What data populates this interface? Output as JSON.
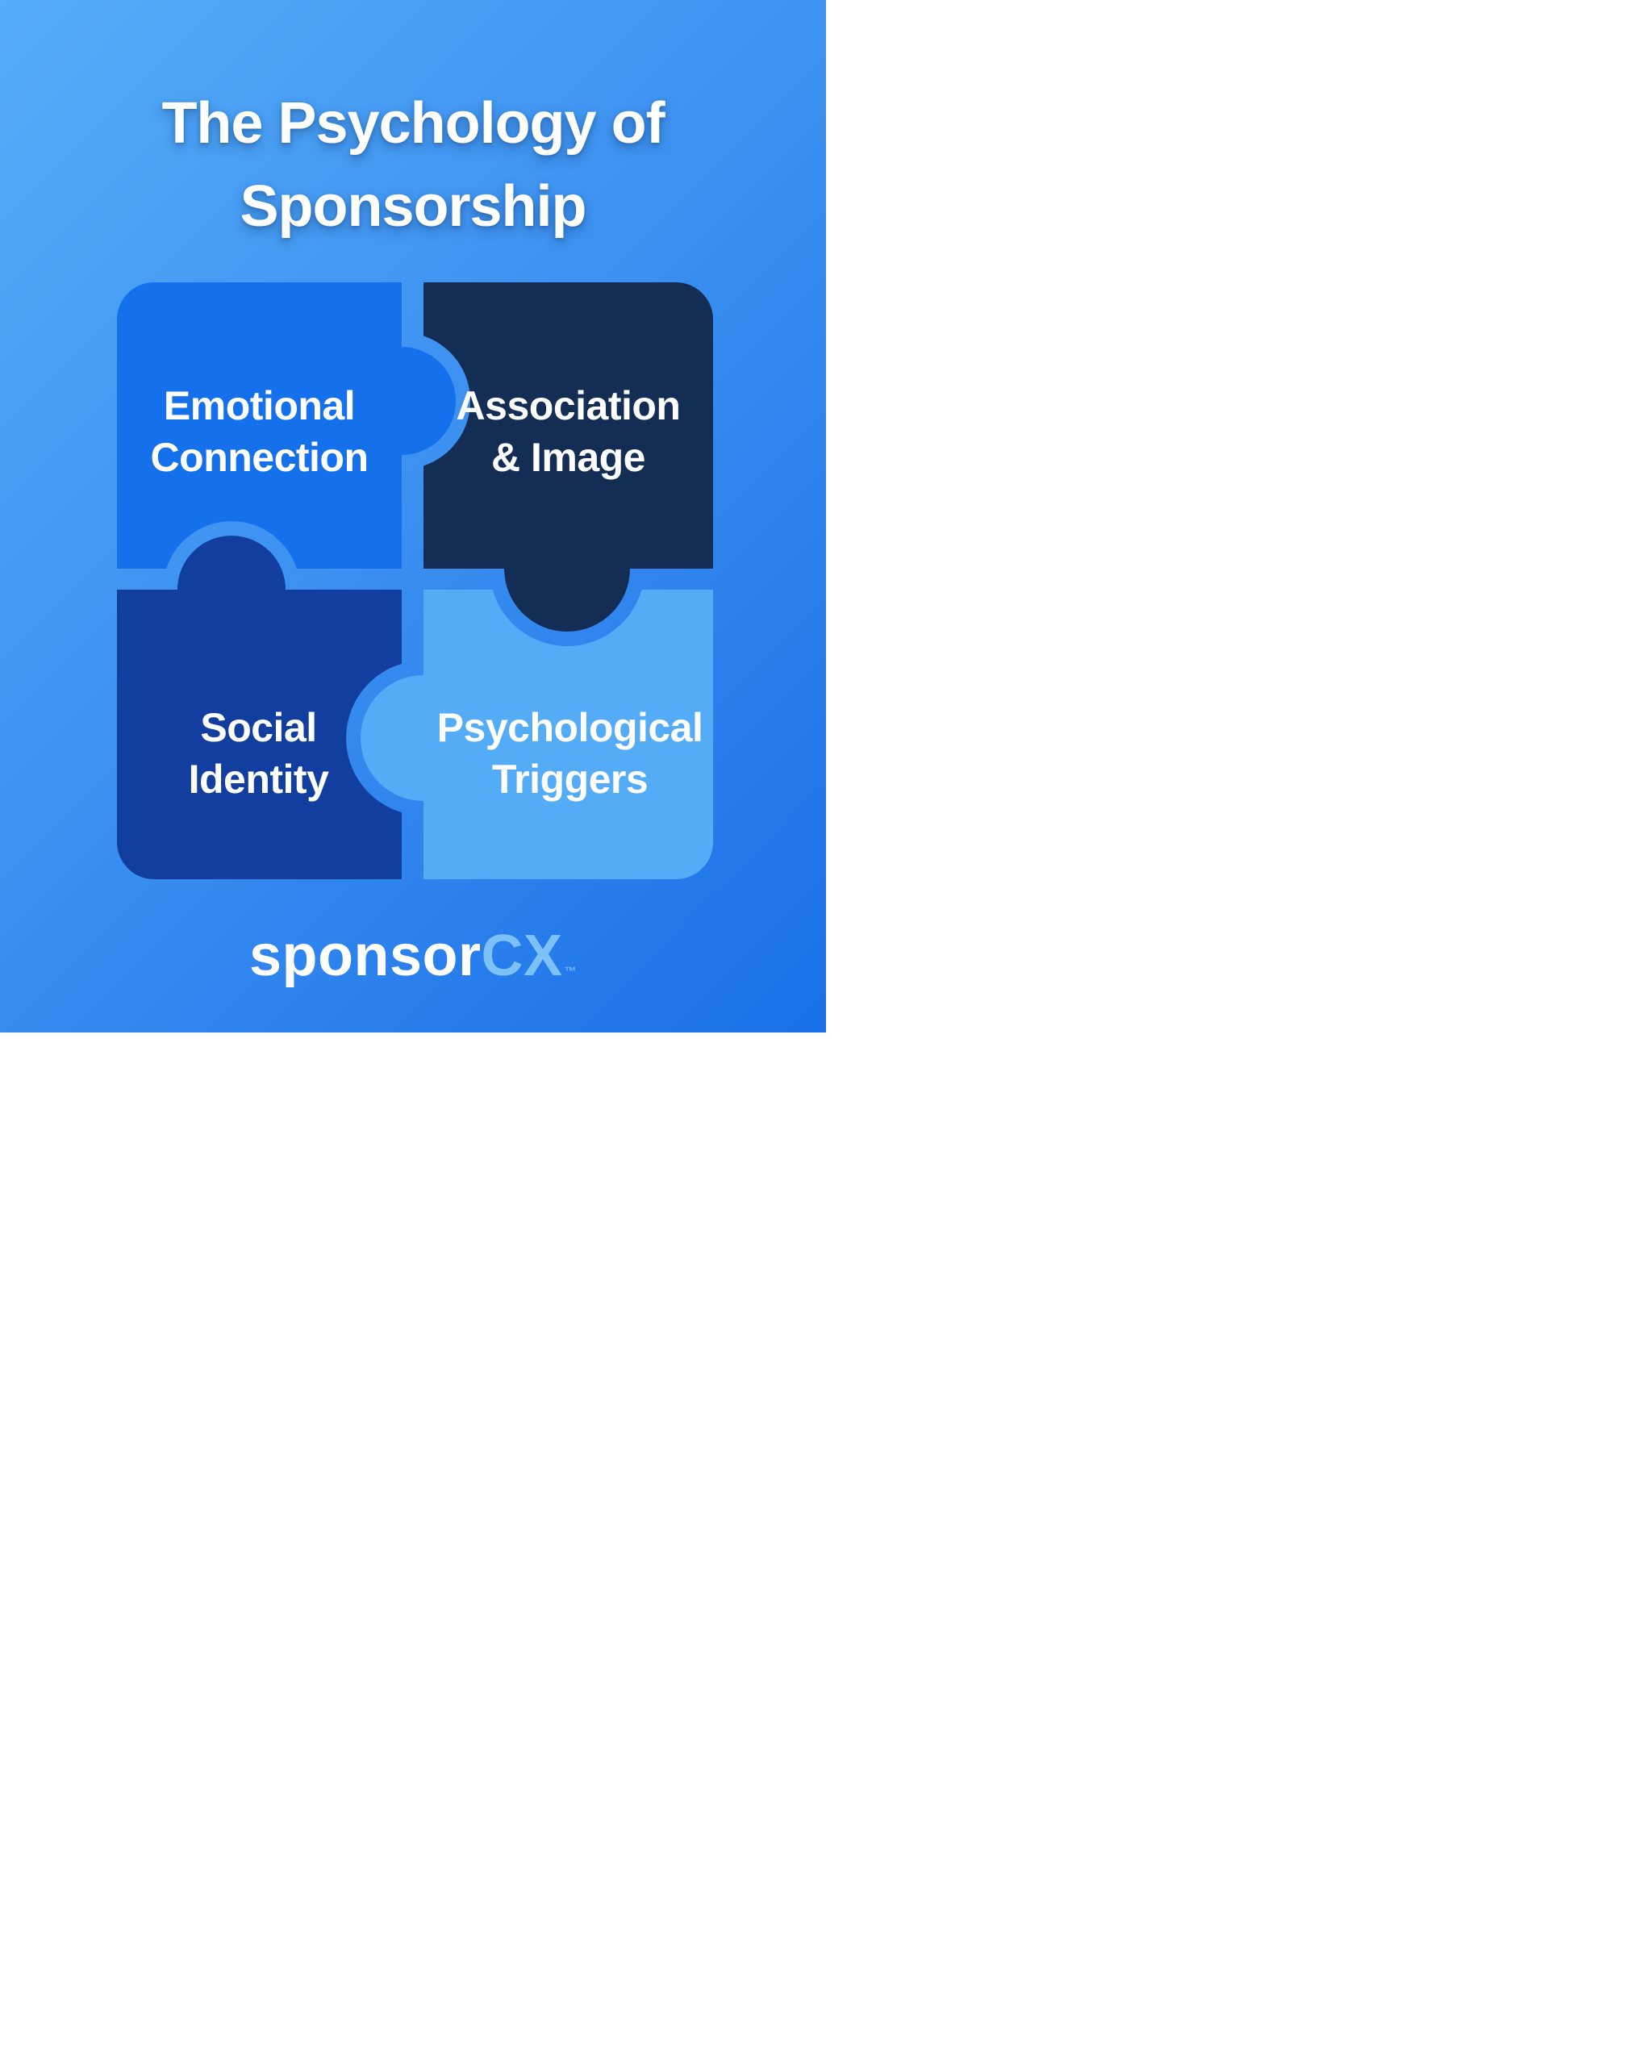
{
  "title": {
    "line1": "The Psychology of",
    "line2": "Sponsorship"
  },
  "pieces": [
    {
      "id": "emotional-connection",
      "line1": "Emotional",
      "line2": "Connection",
      "color": "#1570eb"
    },
    {
      "id": "association-image",
      "line1": "Association",
      "line2": "& Image",
      "color": "#132d55"
    },
    {
      "id": "social-identity",
      "line1": "Social",
      "line2": "Identity",
      "color": "#123f9f"
    },
    {
      "id": "psychological-triggers",
      "line1": "Psychological",
      "line2": "Triggers",
      "color": "#54abf6"
    }
  ],
  "logo": {
    "text_primary": "sponsor",
    "text_secondary": "CX",
    "trademark": "™",
    "secondary_color": "#7cc2f9"
  },
  "background": {
    "gradient_start": "#55acf8",
    "gradient_end": "#1a70e8"
  }
}
